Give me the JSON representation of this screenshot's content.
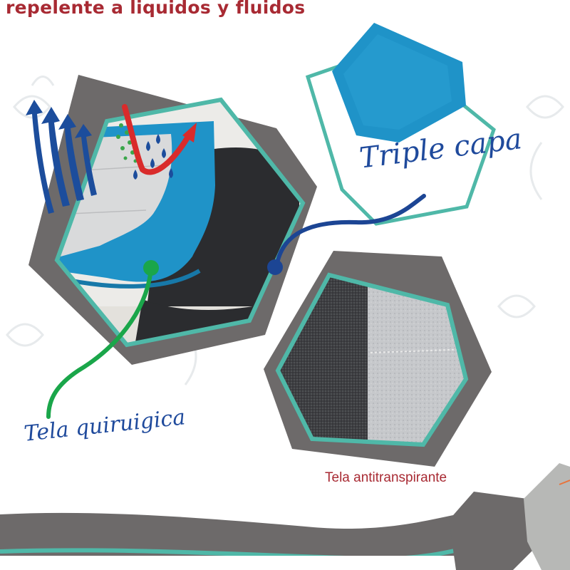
{
  "headline": "repelente a liquidos y fluidos",
  "labels": {
    "triple_capa": "Triple capa",
    "tela_quirurgica": "Tela quiruigica",
    "tela_antitranspirante": "Tela antitranspirante"
  },
  "colors": {
    "headline": "#a82a33",
    "script_label": "#1f4a9c",
    "antitranspirante_label": "#a82a33",
    "hex_frame": "#6d6a6a",
    "teal_border": "#4fb8a8",
    "blue_fabric": "#1f93c8",
    "connector_green": "#1aa64a",
    "connector_navy": "#1c4594",
    "arrow_blue": "#1c4d9c",
    "arrow_red": "#d92b2b"
  },
  "icons": [
    "breathable-arrows-icon",
    "fluid-repel-arrow-icon",
    "water-drops-icon",
    "particles-icon"
  ]
}
